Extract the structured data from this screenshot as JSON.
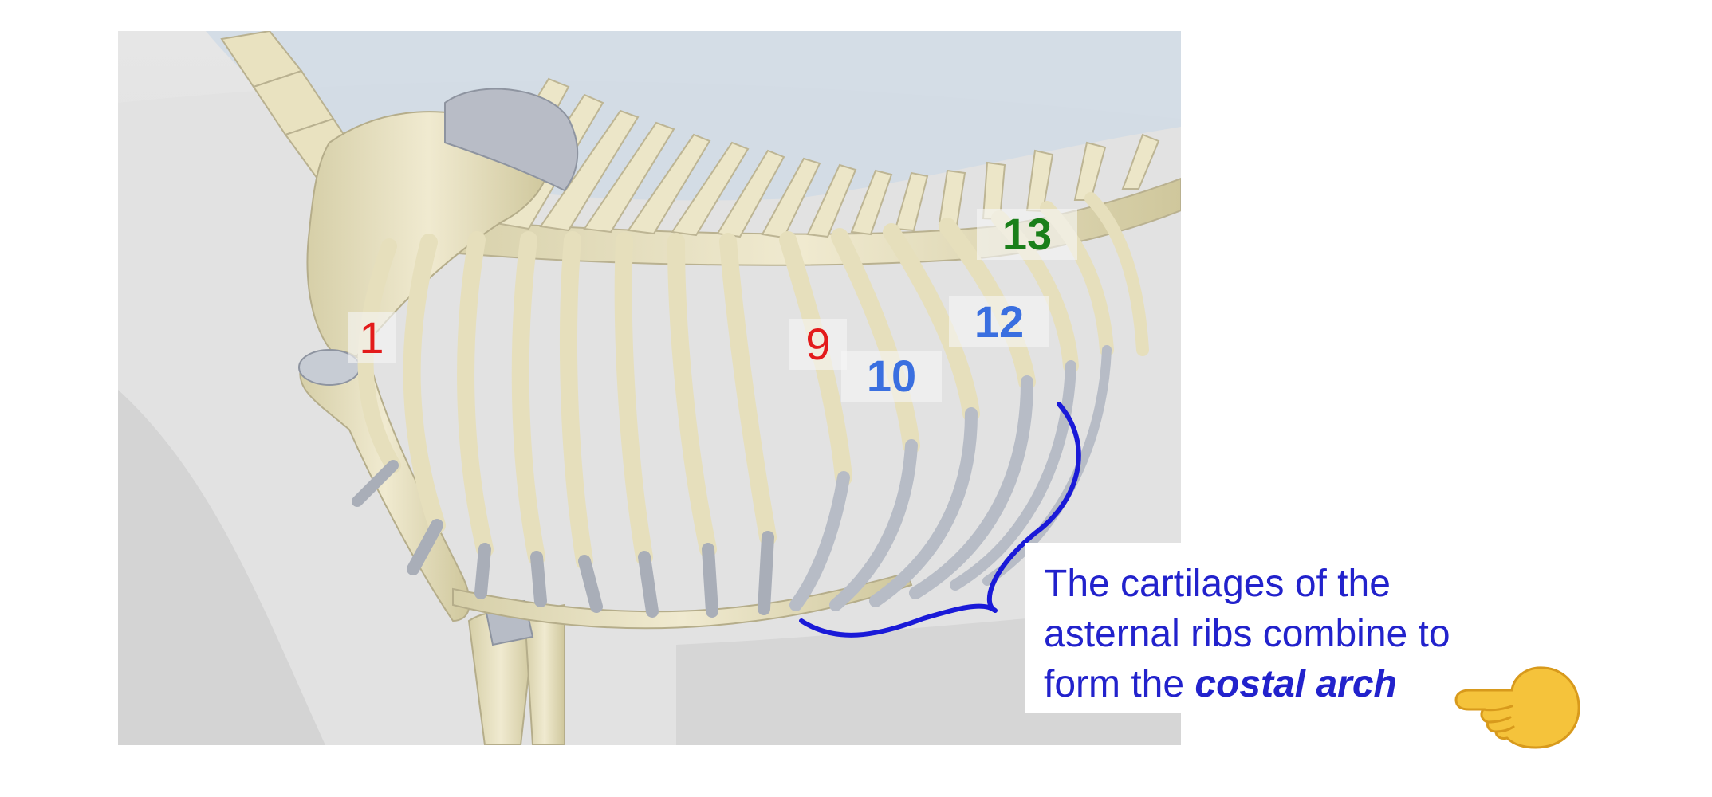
{
  "labels": {
    "rib_1": {
      "text": "1",
      "color": "#e31b1b"
    },
    "rib_9": {
      "text": "9",
      "color": "#e31b1b"
    },
    "rib_10": {
      "text": "10",
      "color": "#3a6fe0"
    },
    "rib_12": {
      "text": "12",
      "color": "#3a6fe0"
    },
    "rib_13": {
      "text": "13",
      "color": "#1a7f1a"
    }
  },
  "callout": {
    "line1": "The cartilages of the",
    "line2": "asternal ribs combine to",
    "line3_prefix": "form the ",
    "line3_emphasis": "costal arch",
    "color": "#2222cc"
  },
  "pointer_icon": "backhand-index-pointing-left-icon",
  "colors": {
    "bone": "#e9e2c0",
    "cartilage": "#b7bcc6",
    "bracket": "#1a1ad8"
  }
}
